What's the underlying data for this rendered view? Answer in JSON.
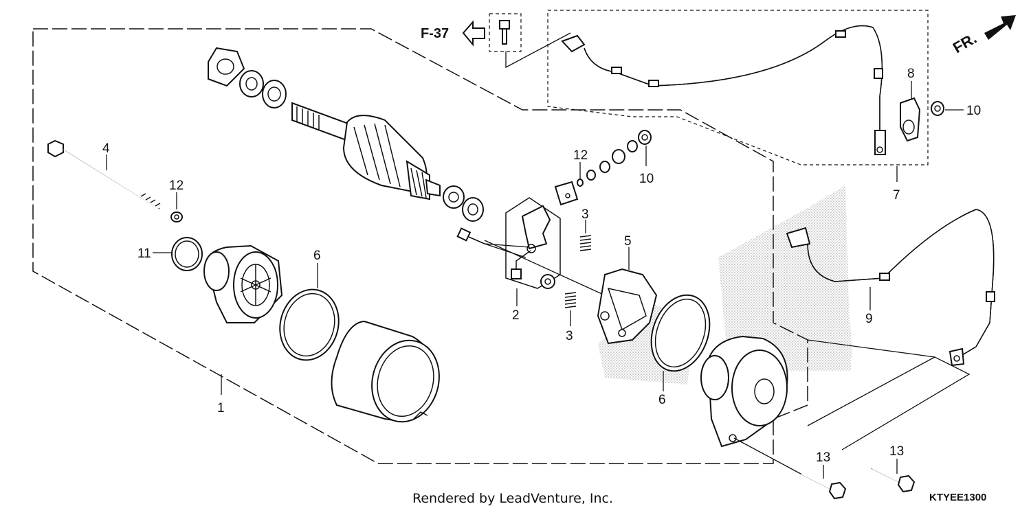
{
  "diagram": {
    "reference_label": "F-37",
    "direction_label": "FR.",
    "footer": "Rendered by LeadVenture, Inc.",
    "diagram_code": "KTYEE1300",
    "callouts": {
      "c1": "1",
      "c2": "2",
      "c3a": "3",
      "c3b": "3",
      "c4": "4",
      "c5": "5",
      "c6a": "6",
      "c6b": "6",
      "c7": "7",
      "c8": "8",
      "c9": "9",
      "c10a": "10",
      "c10b": "10",
      "c11": "11",
      "c12a": "12",
      "c12b": "12",
      "c13a": "13",
      "c13b": "13"
    }
  }
}
